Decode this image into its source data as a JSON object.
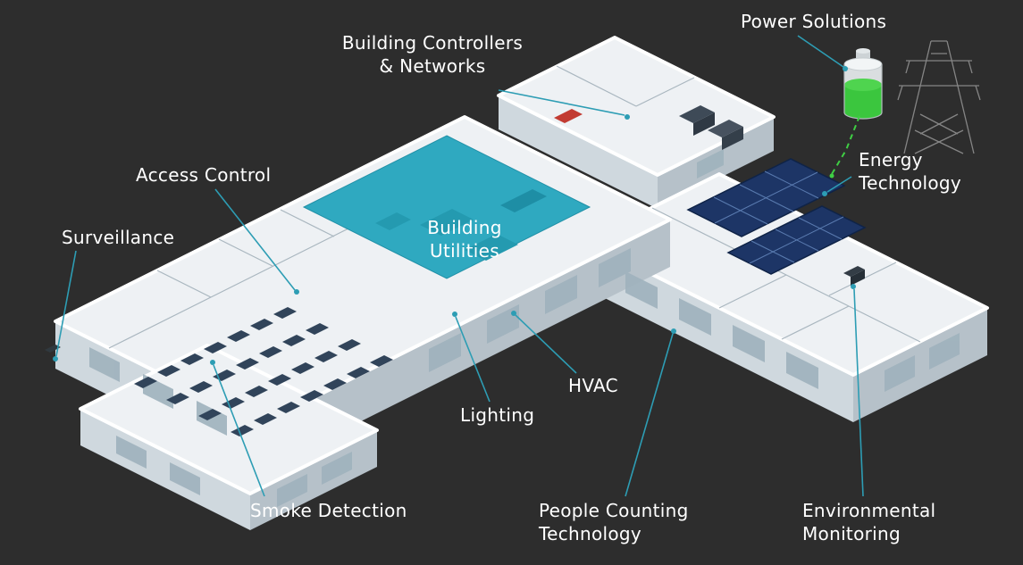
{
  "colors": {
    "background": "#2d2d2d",
    "leader_line_teal": "#2d9db4",
    "highlight_teal": "#2fa9c0",
    "battery_green": "#3bc63e",
    "solar_panel_navy": "#1d3566"
  },
  "labels": {
    "power_solutions": "Power Solutions",
    "building_controllers": "Building Controllers\n& Networks",
    "access_control": "Access Control",
    "surveillance": "Surveillance",
    "building_utilities": "Building\nUtilities",
    "energy_technology": "Energy\nTechnology",
    "hvac": "HVAC",
    "lighting": "Lighting",
    "smoke_detection": "Smoke Detection",
    "people_counting": "People Counting\nTechnology",
    "environmental_monitoring": "Environmental\nMonitoring"
  }
}
